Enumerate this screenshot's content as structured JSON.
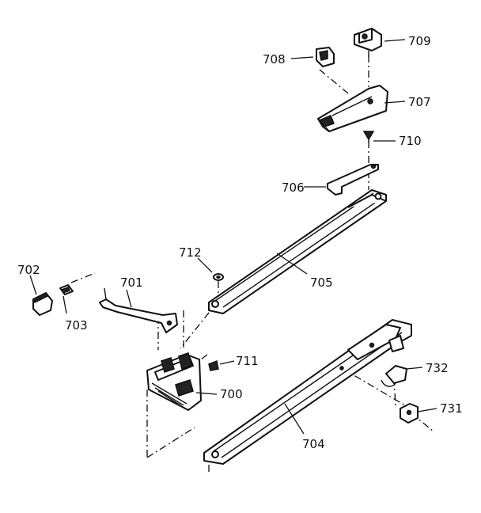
{
  "diagram": {
    "callouts": [
      "700",
      "701",
      "702",
      "703",
      "704",
      "705",
      "706",
      "707",
      "708",
      "709",
      "710",
      "711",
      "712",
      "731",
      "732"
    ]
  }
}
